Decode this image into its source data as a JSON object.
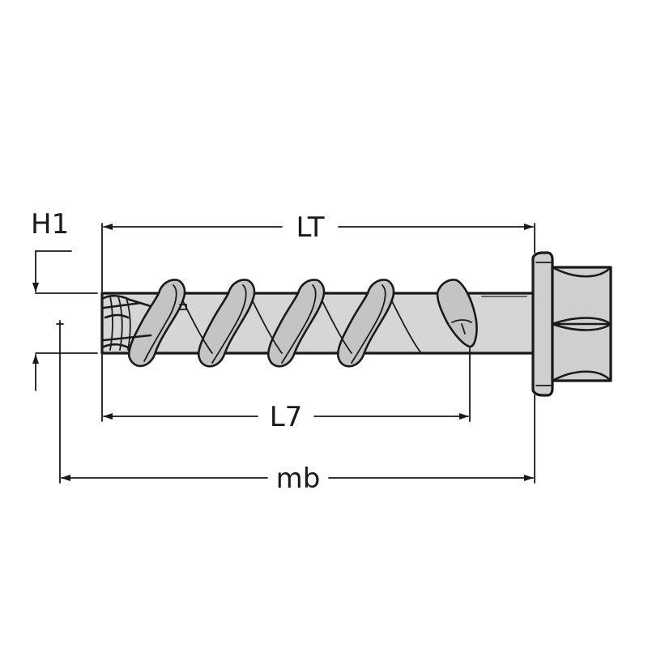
{
  "labels": {
    "h1": "H1",
    "lt": "LT",
    "l7": "L7",
    "mb": "mb"
  },
  "colors": {
    "stroke": "#1a1a1a",
    "body": "#d6d6d6",
    "thread": "#c4c4c4"
  }
}
